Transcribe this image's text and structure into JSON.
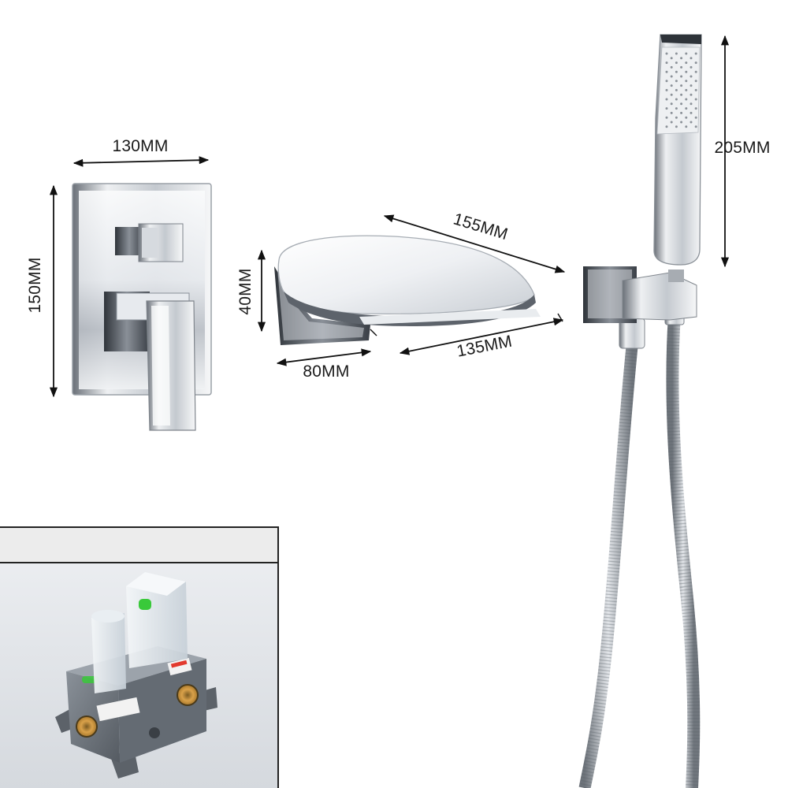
{
  "dimensions": {
    "panel_width": "130MM",
    "panel_height": "150MM",
    "spout_length": "155MM",
    "spout_height": "40MM",
    "spout_depth": "80MM",
    "spout_outlet_width": "135MM",
    "handshower_length": "205MM"
  },
  "products": {
    "mixer_panel": "mixer-valve-trim-plate",
    "spout": "waterfall-tub-spout",
    "handshower": "hand-shower-with-bracket-and-hose",
    "valve_box": "concealed-valve-body"
  },
  "colors": {
    "chrome_light": "#f4f5f7",
    "chrome_mid": "#c8ccd2",
    "chrome_dark": "#4a4f57",
    "valve_box_body": "#6e757d",
    "valve_cap": "#dfe6ec",
    "brass": "#c9923a",
    "level_green": "#39c93a",
    "inset_band": "#ececec"
  }
}
